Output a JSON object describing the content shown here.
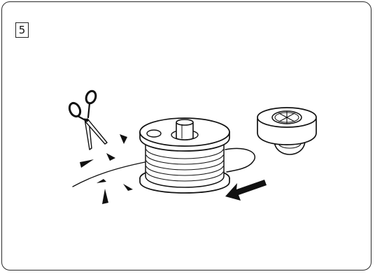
{
  "figure": {
    "step_number": "5",
    "illustration": {
      "depicts": "bobbin-winding-step",
      "parts": [
        "scissors-icon",
        "bobbin",
        "bobbin-spindle",
        "bobbin-winder-stopper",
        "direction-arrow-icon",
        "thread-end"
      ]
    },
    "colors": {
      "line": "#111111",
      "background": "#ffffff"
    }
  }
}
